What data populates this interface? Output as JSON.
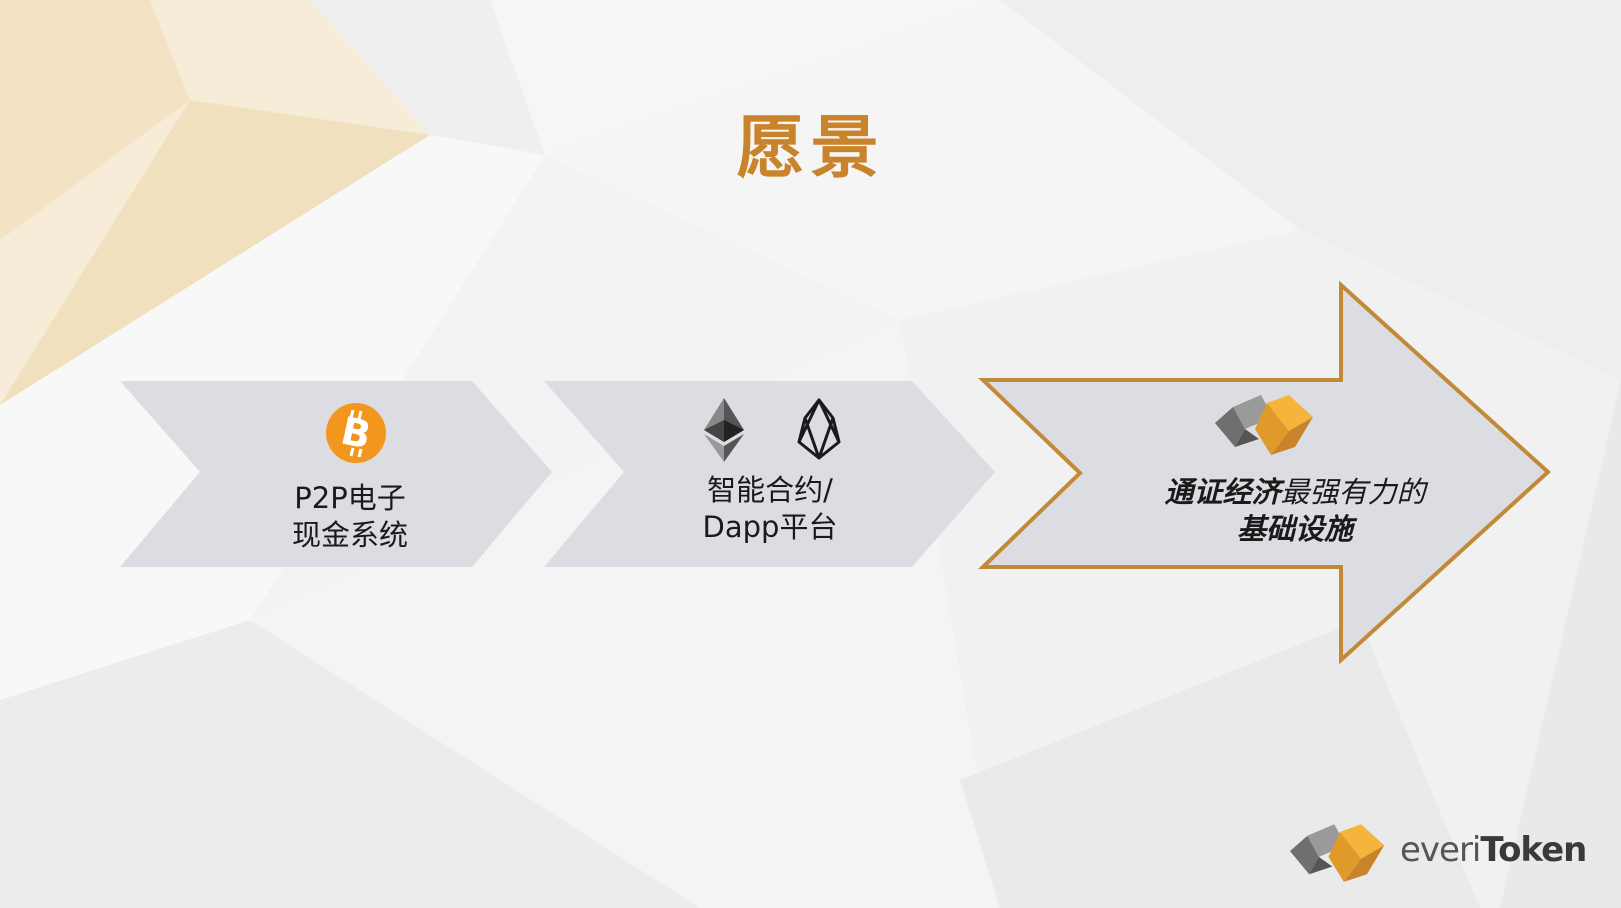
{
  "slide": {
    "title": "愿景"
  },
  "steps": [
    {
      "line1": "P2P电子",
      "line2": "现金系统",
      "icon": "bitcoin-icon"
    },
    {
      "line1": "智能合约/",
      "line2": "Dapp平台",
      "icons": [
        "ethereum-icon",
        "eos-icon"
      ]
    },
    {
      "line1_bold": "通证经济",
      "line1_rest": "最强有力的",
      "line2": "基础设施",
      "icon": "everitoken-logo-icon"
    }
  ],
  "brand": {
    "name_light": "everi",
    "name_bold": "Token"
  },
  "colors": {
    "accent": "#c8832b",
    "bitcoin": "#f2961e",
    "chevron_fill": "#dcdde2",
    "arrow_border": "#c18a38"
  }
}
